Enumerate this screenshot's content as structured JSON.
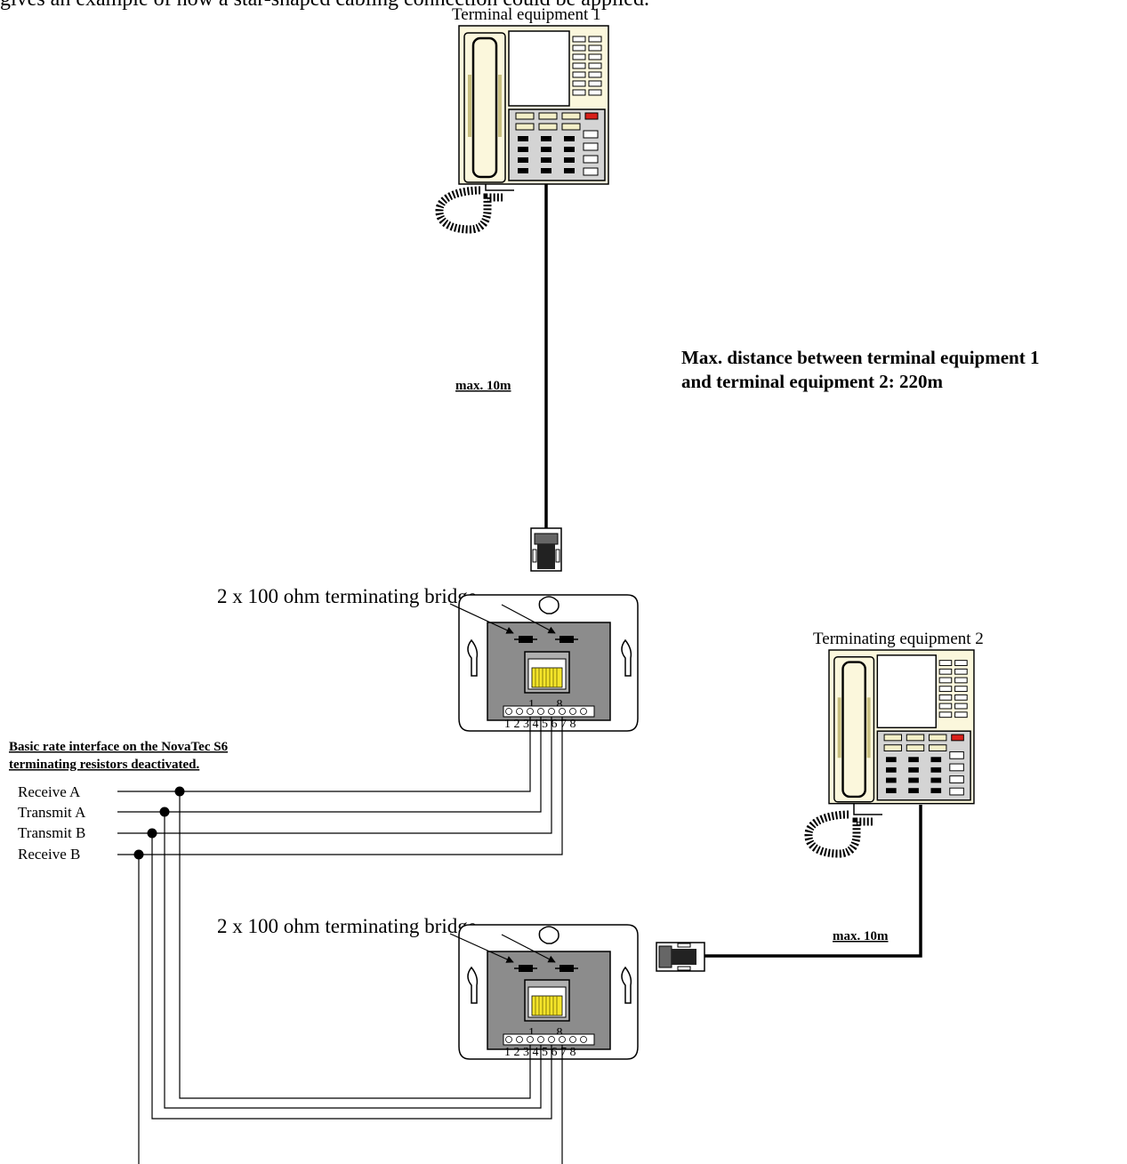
{
  "top_caption": "gives an example of how a star-shaped cabling connection could be applied.",
  "terminal_1": {
    "label": "Terminal equipment 1"
  },
  "terminal_2": {
    "label": "Terminating equipment 2"
  },
  "cable_1": {
    "length_label": "max. 10m"
  },
  "cable_2": {
    "length_label": "max. 10m"
  },
  "distance_note": {
    "line1": "Max. distance between terminal equipment 1",
    "line2": "and terminal equipment 2: 220m"
  },
  "socket_1": {
    "bridge_label": "2 x 100 ohm terminating bridge",
    "pin_range": "1.......8",
    "terminal_numbers": "1 2 3 4 5 6 7 8"
  },
  "socket_2": {
    "bridge_label": "2 x 100 ohm terminating bridge",
    "pin_range": "1.......8",
    "terminal_numbers": "1 2 3 4 5 6 7 8"
  },
  "bus": {
    "title_line1": "Basic rate interface on the NovaTec S6",
    "title_line2": "terminating resistors deactivated.",
    "lines": [
      "Receive A",
      "Transmit A",
      "Transmit B",
      "Receive B"
    ]
  },
  "colors": {
    "phone_body": "#fbf7dc",
    "keypad_panel": "#d4d4d4",
    "socket_face": "#8c8c8c",
    "jack_contacts": "#f5e52a",
    "red_key": "#d9201a"
  }
}
